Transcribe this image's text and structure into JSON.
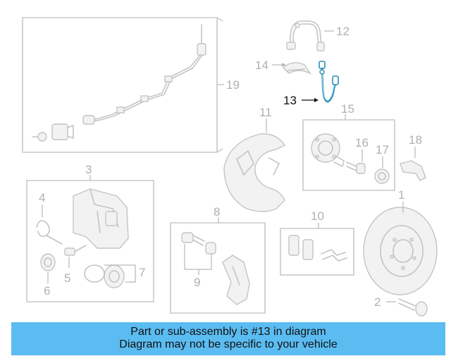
{
  "banner": {
    "line1": "Part or sub-assembly is #13 in diagram",
    "line2": "Diagram may not be specific to your vehicle"
  },
  "highlighted_part": "13",
  "colors": {
    "banner": "#5bbcf1",
    "highlight": "#2a8fb8",
    "part_outline": "#c4c4c4"
  },
  "callouts": {
    "c1": "1",
    "c2": "2",
    "c3": "3",
    "c4": "4",
    "c5": "5",
    "c6": "6",
    "c7": "7",
    "c8": "8",
    "c9": "9",
    "c10": "10",
    "c11": "11",
    "c12": "12",
    "c13": "13",
    "c14": "14",
    "c15": "15",
    "c16": "16",
    "c17": "17",
    "c18": "18",
    "c19": "19"
  }
}
